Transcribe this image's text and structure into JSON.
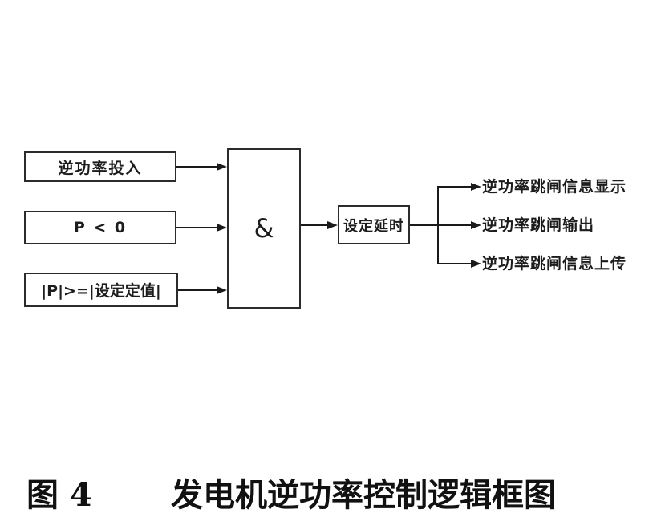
{
  "diagram": {
    "inputs": [
      {
        "label": "逆功率投入"
      },
      {
        "label": "P < 0"
      },
      {
        "label": "|P|>=|设定定值|"
      }
    ],
    "gate": {
      "label": "&"
    },
    "delay": {
      "label": "设定延时"
    },
    "outputs": [
      {
        "label": "逆功率跳闸信息显示"
      },
      {
        "label": "逆功率跳闸输出"
      },
      {
        "label": "逆功率跳闸信息上传"
      }
    ],
    "caption": {
      "figure": "图 4",
      "title": "发电机逆功率控制逻辑框图"
    }
  },
  "colors": {
    "line": "#1a1a1a",
    "text": "#1c1c1c",
    "background": "#ffffff"
  }
}
